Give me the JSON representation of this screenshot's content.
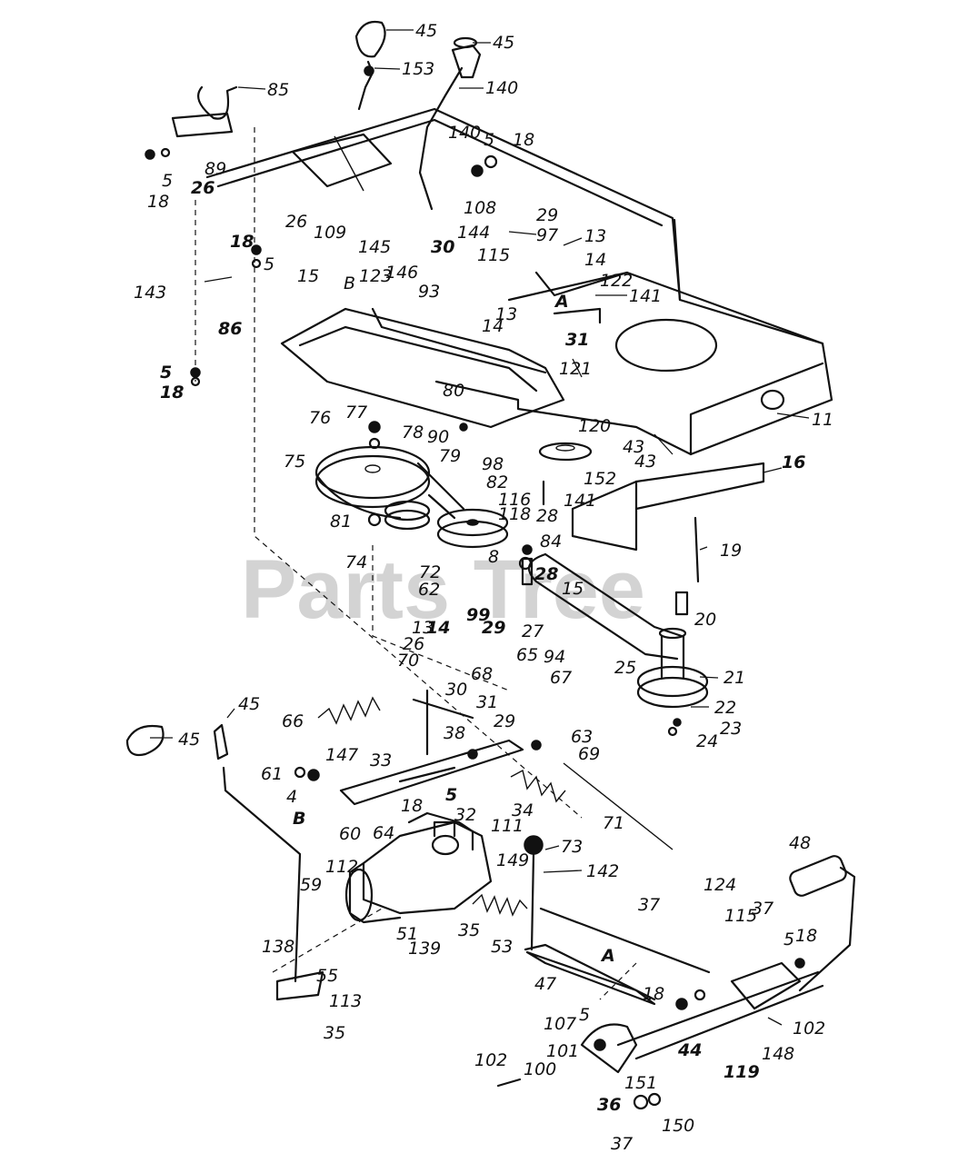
{
  "watermark": "Parts Tree",
  "callouts": [
    {
      "id": "c-45-top",
      "text": "45"
    },
    {
      "id": "c-153",
      "text": "153"
    },
    {
      "id": "c-45-top2",
      "text": "45"
    },
    {
      "id": "c-140",
      "text": "140"
    },
    {
      "id": "c-85",
      "text": "85"
    },
    {
      "id": "c-140b",
      "text": "140"
    },
    {
      "id": "c-5a",
      "text": "5"
    },
    {
      "id": "c-18a",
      "text": "18"
    },
    {
      "id": "c-18b",
      "text": "18"
    },
    {
      "id": "c-5b",
      "text": "5"
    },
    {
      "id": "c-89",
      "text": "89"
    },
    {
      "id": "c-26a",
      "text": "26"
    },
    {
      "id": "c-26b",
      "text": "26"
    },
    {
      "id": "c-109",
      "text": "109"
    },
    {
      "id": "c-108",
      "text": "108"
    },
    {
      "id": "c-29a",
      "text": "29"
    },
    {
      "id": "c-97",
      "text": "97"
    },
    {
      "id": "c-13a",
      "text": "13"
    },
    {
      "id": "c-144",
      "text": "144"
    },
    {
      "id": "c-145",
      "text": "145"
    },
    {
      "id": "c-30a",
      "text": "30"
    },
    {
      "id": "c-115a",
      "text": "115"
    },
    {
      "id": "c-14a",
      "text": "14"
    },
    {
      "id": "c-18c",
      "text": "18"
    },
    {
      "id": "c-5c",
      "text": "5"
    },
    {
      "id": "c-123",
      "text": "123"
    },
    {
      "id": "c-146",
      "text": "146"
    },
    {
      "id": "c-122",
      "text": "122"
    },
    {
      "id": "c-141a",
      "text": "141"
    },
    {
      "id": "c-143",
      "text": "143"
    },
    {
      "id": "c-15a",
      "text": "15"
    },
    {
      "id": "c-B1",
      "text": "B"
    },
    {
      "id": "c-93",
      "text": "93"
    },
    {
      "id": "c-A1",
      "text": "A"
    },
    {
      "id": "c-13b",
      "text": "13"
    },
    {
      "id": "c-14b",
      "text": "14"
    },
    {
      "id": "c-31a",
      "text": "31"
    },
    {
      "id": "c-86",
      "text": "86"
    },
    {
      "id": "c-5d",
      "text": "5"
    },
    {
      "id": "c-18d",
      "text": "18"
    },
    {
      "id": "c-121",
      "text": "121"
    },
    {
      "id": "c-80",
      "text": "80"
    },
    {
      "id": "c-76",
      "text": "76"
    },
    {
      "id": "c-77",
      "text": "77"
    },
    {
      "id": "c-78",
      "text": "78"
    },
    {
      "id": "c-90",
      "text": "90"
    },
    {
      "id": "c-120",
      "text": "120"
    },
    {
      "id": "c-43a",
      "text": "43"
    },
    {
      "id": "c-11",
      "text": "11"
    },
    {
      "id": "c-75",
      "text": "75"
    },
    {
      "id": "c-79",
      "text": "79"
    },
    {
      "id": "c-98",
      "text": "98"
    },
    {
      "id": "c-43b",
      "text": "43"
    },
    {
      "id": "c-152",
      "text": "152"
    },
    {
      "id": "c-16",
      "text": "16"
    },
    {
      "id": "c-82",
      "text": "82"
    },
    {
      "id": "c-116",
      "text": "116"
    },
    {
      "id": "c-118",
      "text": "118"
    },
    {
      "id": "c-141b",
      "text": "141"
    },
    {
      "id": "c-81",
      "text": "81"
    },
    {
      "id": "c-28a",
      "text": "28"
    },
    {
      "id": "c-84",
      "text": "84"
    },
    {
      "id": "c-19",
      "text": "19"
    },
    {
      "id": "c-74",
      "text": "74"
    },
    {
      "id": "c-8",
      "text": "8"
    },
    {
      "id": "c-72",
      "text": "72"
    },
    {
      "id": "c-28b",
      "text": "28"
    },
    {
      "id": "c-15b",
      "text": "15"
    },
    {
      "id": "c-62",
      "text": "62"
    },
    {
      "id": "c-20",
      "text": "20"
    },
    {
      "id": "c-99",
      "text": "99"
    },
    {
      "id": "c-13c",
      "text": "13"
    },
    {
      "id": "c-14c",
      "text": "14"
    },
    {
      "id": "c-29b",
      "text": "29"
    },
    {
      "id": "c-27",
      "text": "27"
    },
    {
      "id": "c-26c",
      "text": "26"
    },
    {
      "id": "c-65",
      "text": "65"
    },
    {
      "id": "c-94",
      "text": "94"
    },
    {
      "id": "c-25",
      "text": "25"
    },
    {
      "id": "c-21",
      "text": "21"
    },
    {
      "id": "c-70",
      "text": "70"
    },
    {
      "id": "c-68",
      "text": "68"
    },
    {
      "id": "c-67",
      "text": "67"
    },
    {
      "id": "c-45-left",
      "text": "45"
    },
    {
      "id": "c-45-left2",
      "text": "45"
    },
    {
      "id": "c-30b",
      "text": "30"
    },
    {
      "id": "c-31b",
      "text": "31"
    },
    {
      "id": "c-22",
      "text": "22"
    },
    {
      "id": "c-23",
      "text": "23"
    },
    {
      "id": "c-66",
      "text": "66"
    },
    {
      "id": "c-29c",
      "text": "29"
    },
    {
      "id": "c-24",
      "text": "24"
    },
    {
      "id": "c-38",
      "text": "38"
    },
    {
      "id": "c-63",
      "text": "63"
    },
    {
      "id": "c-69",
      "text": "69"
    },
    {
      "id": "c-147",
      "text": "147"
    },
    {
      "id": "c-33",
      "text": "33"
    },
    {
      "id": "c-61",
      "text": "61"
    },
    {
      "id": "c-4",
      "text": "4"
    },
    {
      "id": "c-18e",
      "text": "18"
    },
    {
      "id": "c-5e",
      "text": "5"
    },
    {
      "id": "c-B2",
      "text": "B"
    },
    {
      "id": "c-32",
      "text": "32"
    },
    {
      "id": "c-34",
      "text": "34"
    },
    {
      "id": "c-64",
      "text": "64"
    },
    {
      "id": "c-111",
      "text": "111"
    },
    {
      "id": "c-71",
      "text": "71"
    },
    {
      "id": "c-60",
      "text": "60"
    },
    {
      "id": "c-73",
      "text": "73"
    },
    {
      "id": "c-48",
      "text": "48"
    },
    {
      "id": "c-149",
      "text": "149"
    },
    {
      "id": "c-142",
      "text": "142"
    },
    {
      "id": "c-112",
      "text": "112"
    },
    {
      "id": "c-124",
      "text": "124"
    },
    {
      "id": "c-59",
      "text": "59"
    },
    {
      "id": "c-37a",
      "text": "37"
    },
    {
      "id": "c-115b",
      "text": "115"
    },
    {
      "id": "c-37b",
      "text": "37"
    },
    {
      "id": "c-5f",
      "text": "5"
    },
    {
      "id": "c-18f",
      "text": "18"
    },
    {
      "id": "c-51",
      "text": "51"
    },
    {
      "id": "c-35a",
      "text": "35"
    },
    {
      "id": "c-139",
      "text": "139"
    },
    {
      "id": "c-53",
      "text": "53"
    },
    {
      "id": "c-138",
      "text": "138"
    },
    {
      "id": "c-55",
      "text": "55"
    },
    {
      "id": "c-A2",
      "text": "A"
    },
    {
      "id": "c-47",
      "text": "47"
    },
    {
      "id": "c-113",
      "text": "113"
    },
    {
      "id": "c-102a",
      "text": "102"
    },
    {
      "id": "c-35b",
      "text": "35"
    },
    {
      "id": "c-18g",
      "text": "18"
    },
    {
      "id": "c-107",
      "text": "107"
    },
    {
      "id": "c-5g",
      "text": "5"
    },
    {
      "id": "c-101",
      "text": "101"
    },
    {
      "id": "c-100",
      "text": "100"
    },
    {
      "id": "c-44",
      "text": "44"
    },
    {
      "id": "c-119",
      "text": "119"
    },
    {
      "id": "c-148",
      "text": "148"
    },
    {
      "id": "c-102b",
      "text": "102"
    },
    {
      "id": "c-151",
      "text": "151"
    },
    {
      "id": "c-36",
      "text": "36"
    },
    {
      "id": "c-150",
      "text": "150"
    },
    {
      "id": "c-37c",
      "text": "37"
    }
  ]
}
